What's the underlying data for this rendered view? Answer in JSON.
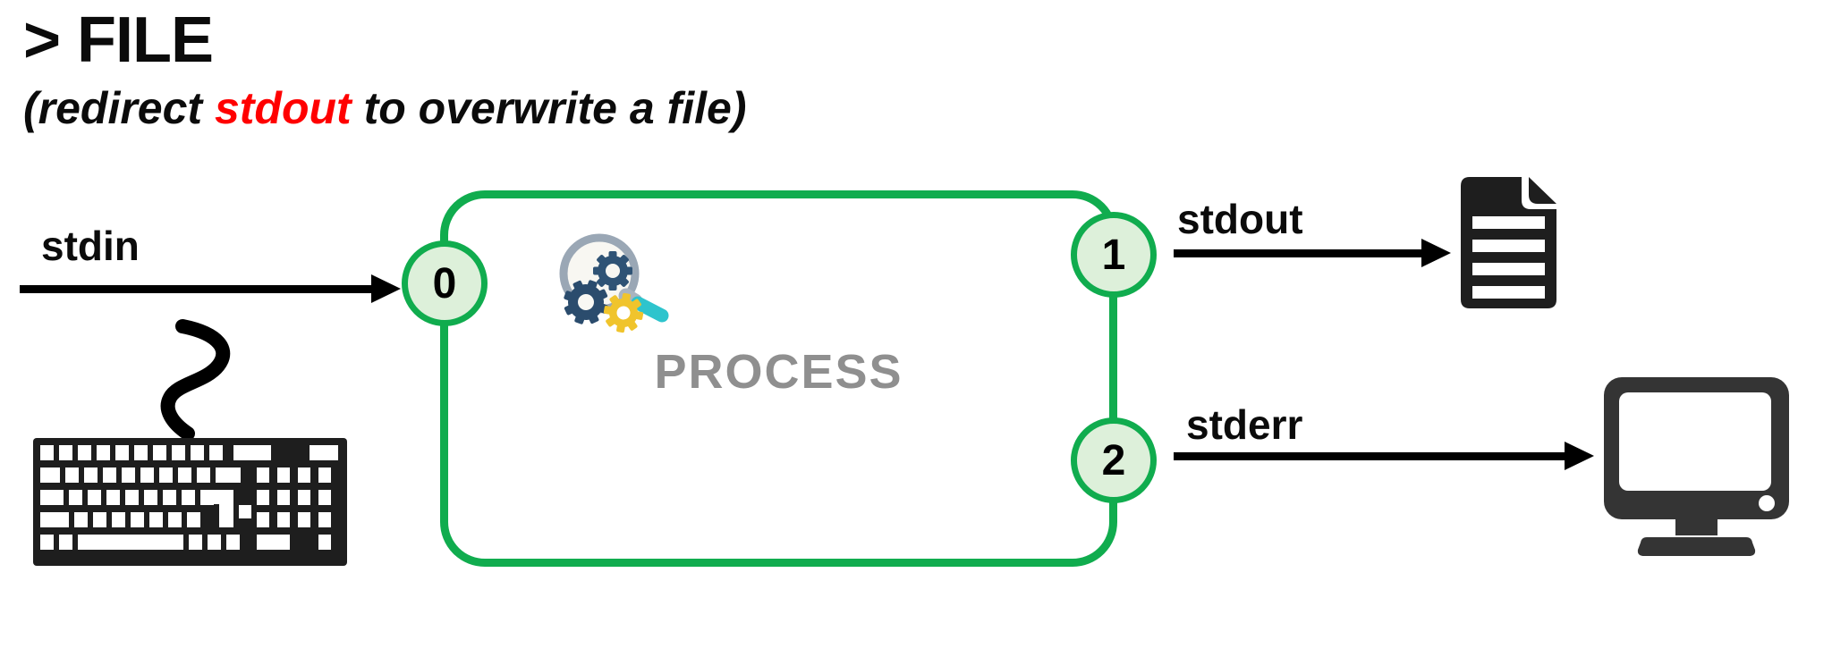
{
  "title": "> FILE",
  "subtitle": {
    "prefix": "(redirect ",
    "highlight": "stdout",
    "suffix": " to overwrite a file)"
  },
  "process": {
    "label": "PROCESS"
  },
  "file_descriptors": [
    {
      "fd": "0",
      "stream": "stdin",
      "direction": "input"
    },
    {
      "fd": "1",
      "stream": "stdout",
      "direction": "output"
    },
    {
      "fd": "2",
      "stream": "stderr",
      "direction": "output"
    }
  ],
  "labels": {
    "stdin": "stdin",
    "stdout": "stdout",
    "stderr": "stderr"
  },
  "icons": {
    "process": "gears-magnifier-icon",
    "stdin_source": "keyboard-icon",
    "stdout_target": "document-file-icon",
    "stderr_target": "computer-monitor-icon"
  },
  "colors": {
    "border_green": "#10ac4e",
    "circle_fill": "#ddf0da",
    "highlight_red": "#ff0000",
    "process_gray": "#8f8f8f",
    "icon_black": "#1e1e1e",
    "monitor_gray": "#343434"
  }
}
